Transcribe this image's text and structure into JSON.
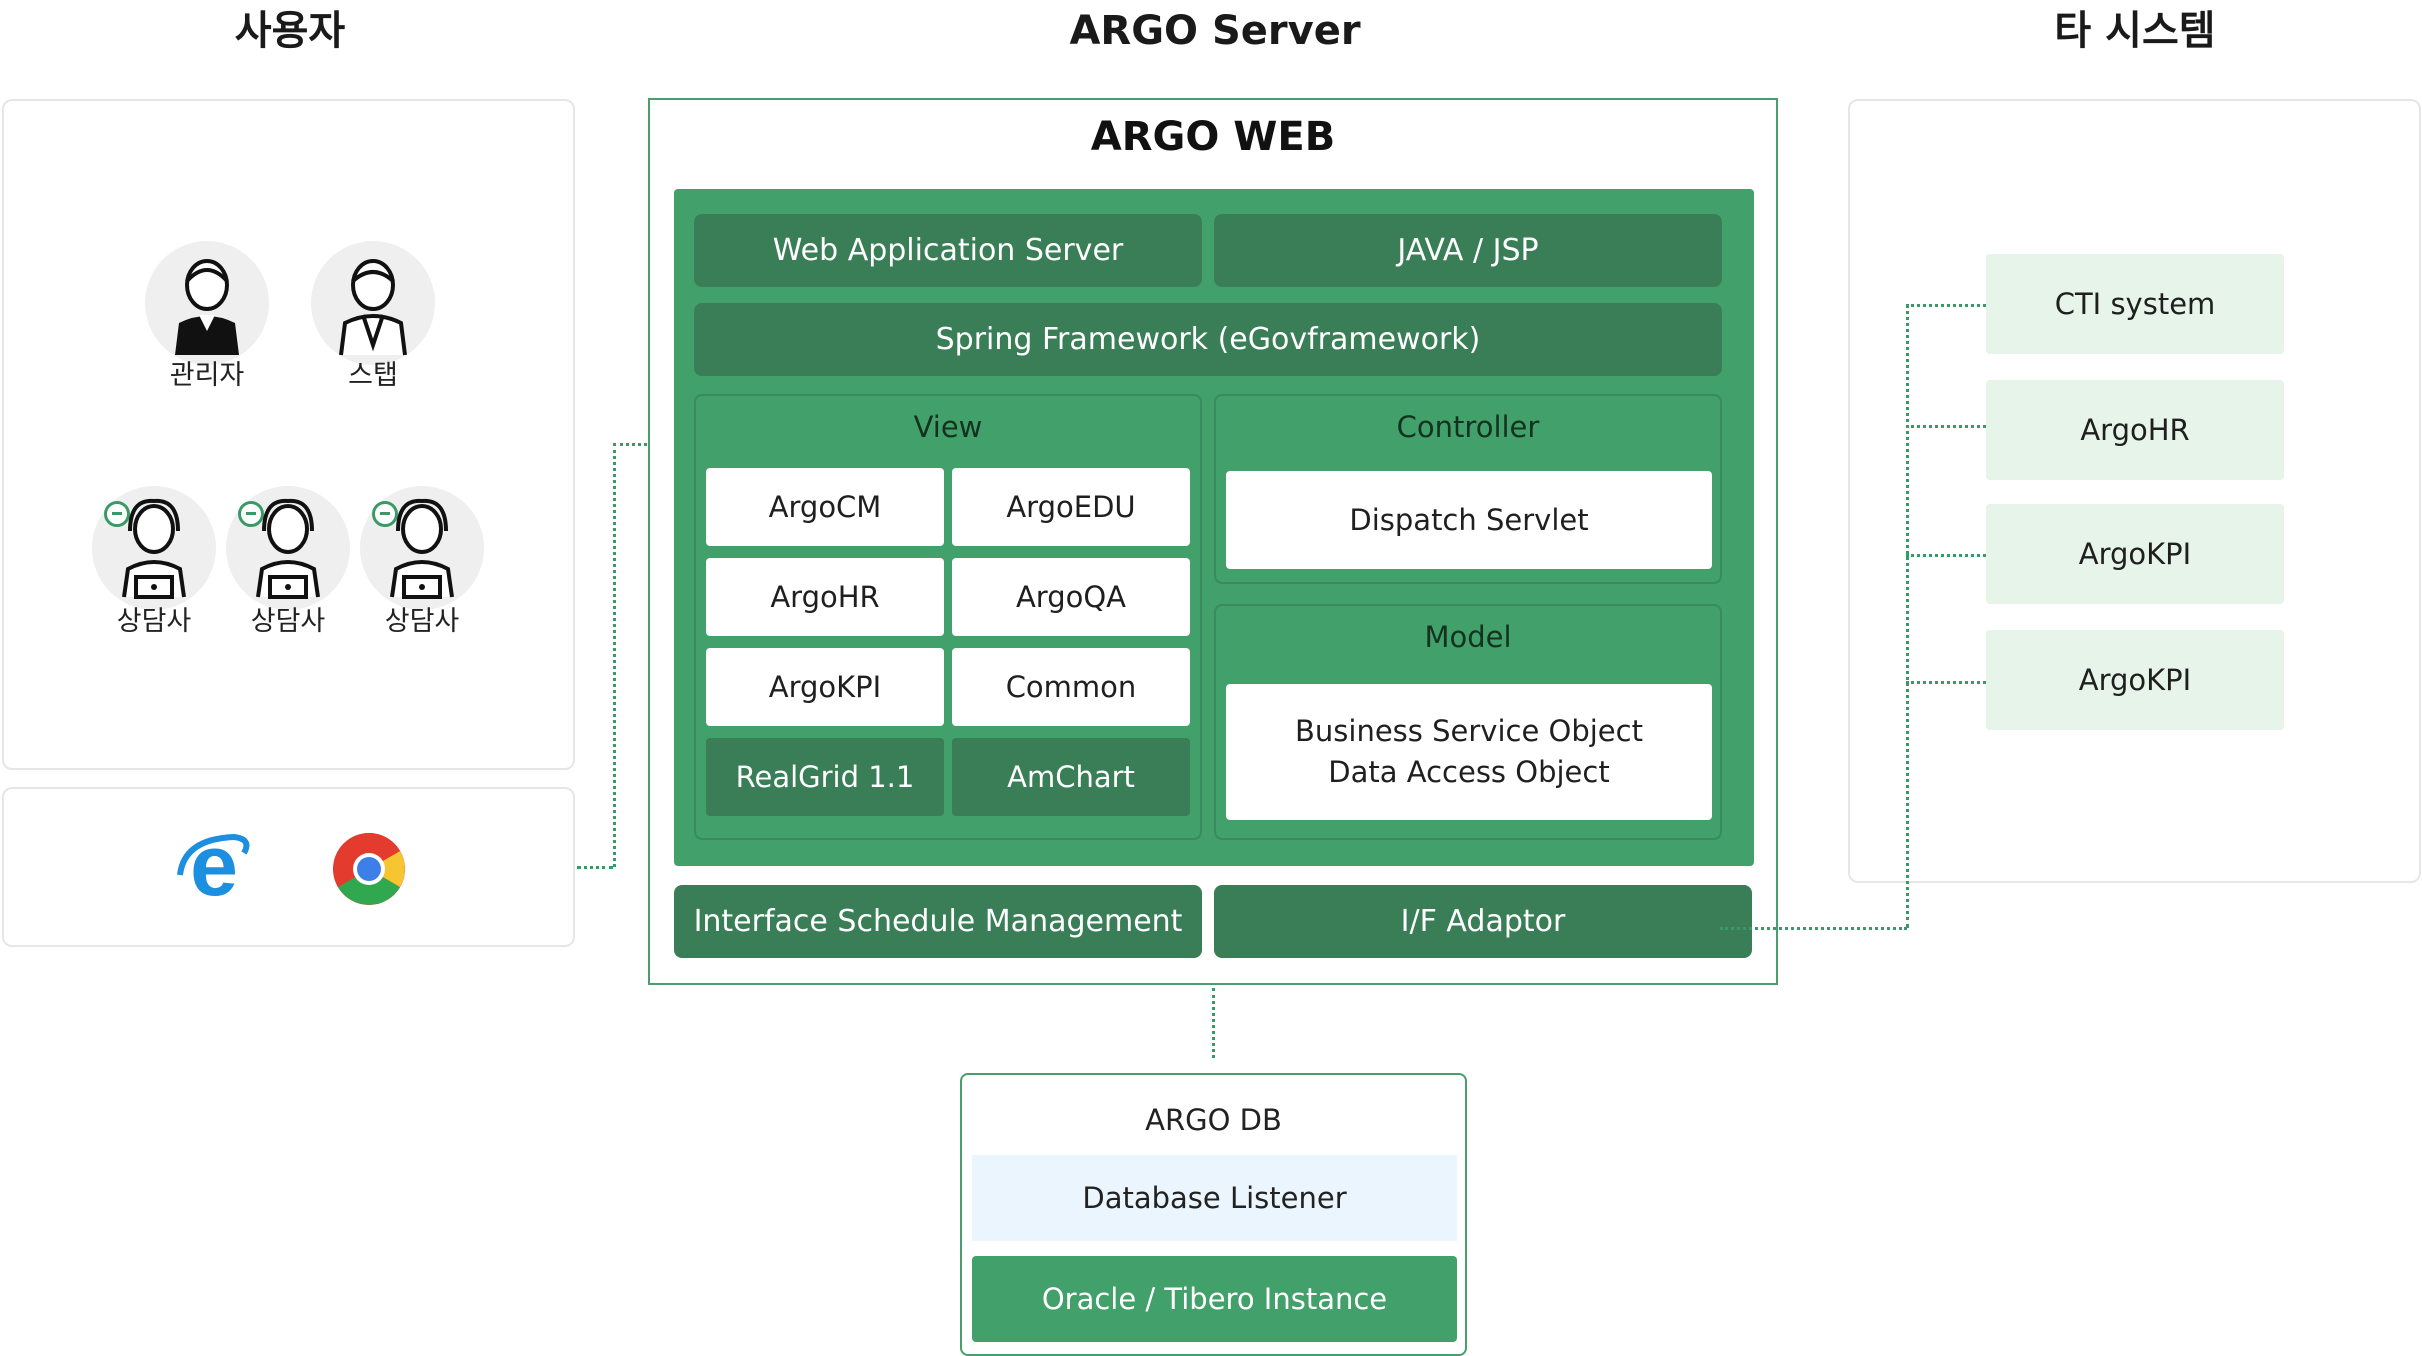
{
  "columns": {
    "users": "사용자",
    "server": "ARGO Server",
    "external": "타 시스템"
  },
  "users": {
    "admin": "관리자",
    "staff": "스탭",
    "counselors": [
      "상담사",
      "상담사",
      "상담사"
    ],
    "browsers": [
      "internet-explorer-icon",
      "chrome-icon"
    ]
  },
  "server": {
    "title": "ARGO WEB",
    "was": "Web Application Server",
    "java": "JAVA / JSP",
    "spring": "Spring Framework (eGovframework)",
    "view": {
      "title": "View",
      "cells": [
        "ArgoCM",
        "ArgoEDU",
        "ArgoHR",
        "ArgoQA",
        "ArgoKPI",
        "Common"
      ],
      "libs": [
        "RealGrid 1.1",
        "AmChart"
      ]
    },
    "controller": {
      "title": "Controller",
      "item": "Dispatch Servlet"
    },
    "model": {
      "title": "Model",
      "line1": "Business Service Object",
      "line2": "Data Access Object"
    },
    "schedule": "Interface Schedule Management",
    "adaptor": "I/F Adaptor"
  },
  "db": {
    "title": "ARGO DB",
    "listener": "Database Listener",
    "instance": "Oracle / Tibero Instance"
  },
  "external": {
    "systems": [
      "CTI system",
      "ArgoHR",
      "ArgoKPI",
      "ArgoKPI"
    ]
  },
  "colors": {
    "green": "#42a06b",
    "dark_green": "#3a7e58",
    "light_green": "#e6f4e9",
    "light_blue": "#eaf5fd"
  }
}
